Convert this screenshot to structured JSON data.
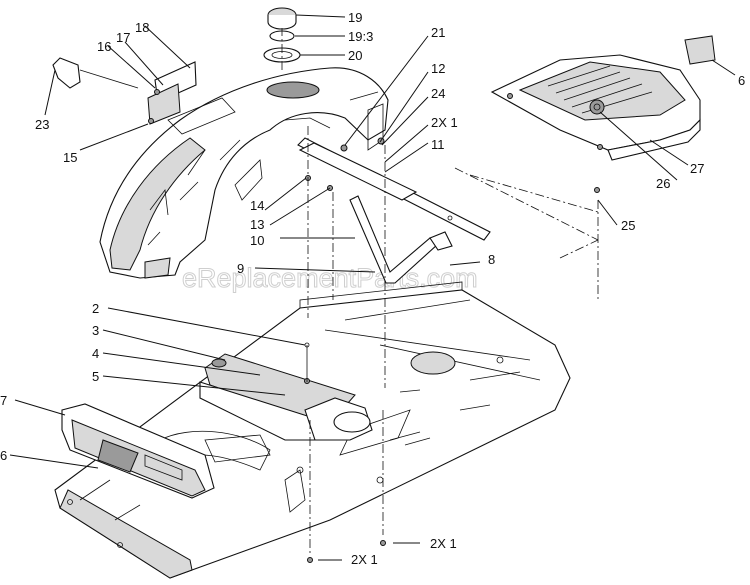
{
  "watermark": "eReplacementParts.com",
  "callouts": {
    "c1": "19",
    "c2": "19:3",
    "c3": "20",
    "c4": "21",
    "c5": "12",
    "c6": "24",
    "c7": "2X 1",
    "c8": "11",
    "c9": "18",
    "c10": "17",
    "c11": "16",
    "c12": "23",
    "c13": "15",
    "c14": "6",
    "c15": "27",
    "c16": "26",
    "c17": "25",
    "c18": "14",
    "c19": "13",
    "c20": "10",
    "c21": "9",
    "c22": "8",
    "c23": "2",
    "c24": "3",
    "c25": "4",
    "c26": "5",
    "c27": "7",
    "c28": "6",
    "c29": "2X 1",
    "c30": "2X 1"
  }
}
